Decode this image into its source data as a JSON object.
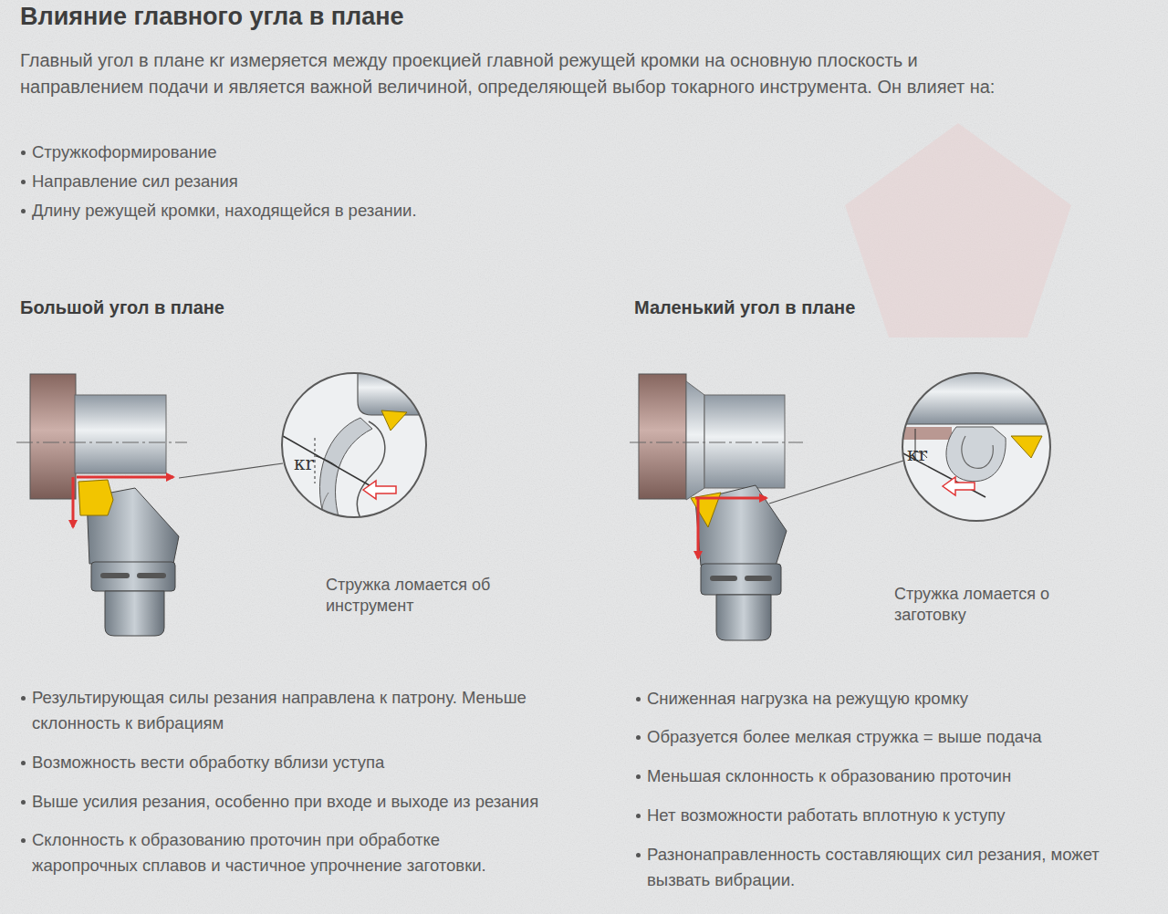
{
  "diagram": {
    "title": "Влияние главного угла в плане",
    "nodes": [
      {
        "text": [
          "κr"
        ]
      },
      {
        "text": [
          "κr"
        ]
      }
    ],
    "labels": [
      "Главный угол в плане κr измеряется между проекцией главной режущей кромки на основную плоскость и направлением подачи и является важной величиной, определяющей выбор токарного инструмента. Он влияет на:",
      "Стружкоформирование",
      "Направление сил резания",
      "Длину режущей кромки, находящейся в резании.",
      "Большой угол в плане",
      "Маленький угол в плане",
      "Стружка ломается об инструмент",
      "Стружка ломается о заготовку",
      "Результирующая силы резания направлена к патрону. Меньше склонность к вибрациям",
      "Возможность вести обработку вблизи уступа",
      "Выше усилия резания, особенно при входе и выходе из резания",
      "Склонность к образованию проточин при обработке жаропрочных сплавов и частичное упрочнение заготовки.",
      "Сниженная нагрузка на режущую кромку",
      "Образуется более мелкая стружка = выше подача",
      "Меньшая склонность к образованию проточин",
      "Нет возможности работать вплотную к уступу",
      "Разнонаправленность составляющих сил резания, может вызвать вибрации."
    ]
  }
}
